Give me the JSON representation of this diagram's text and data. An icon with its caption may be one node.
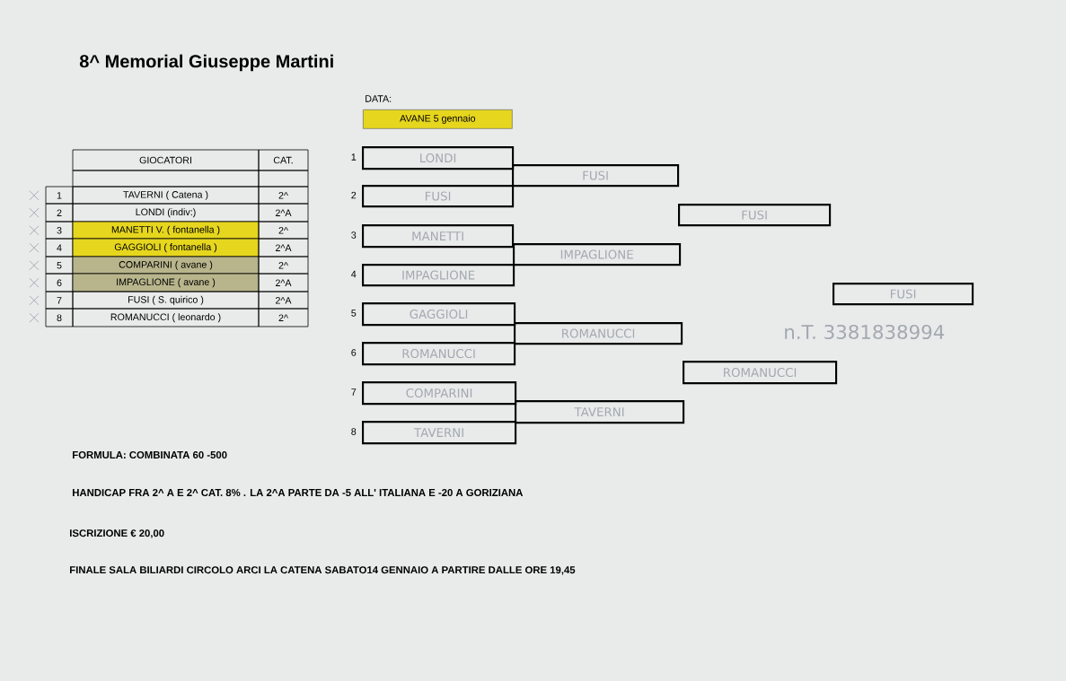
{
  "diagram": {
    "title": "8^ Memorial Giuseppe Martini",
    "nodes": [
      {
        "text": [
          "AVANE 5 gennaio"
        ],
        "beside": [
          "DATA:"
        ]
      },
      {
        "text": [
          "LONDI"
        ],
        "beside": [
          "1"
        ]
      },
      {
        "text": [
          "FUSI"
        ],
        "beside": [
          "2"
        ]
      },
      {
        "text": [
          "MANETTI"
        ],
        "beside": [
          "3"
        ]
      },
      {
        "text": [
          "IMPAGLIONE"
        ],
        "beside": [
          "4"
        ]
      },
      {
        "text": [
          "GAGGIOLI"
        ],
        "beside": [
          "5"
        ]
      },
      {
        "text": [
          "ROMANUCCI"
        ],
        "beside": [
          "6"
        ]
      },
      {
        "text": [
          "COMPARINI"
        ],
        "beside": [
          "7"
        ]
      },
      {
        "text": [
          "TAVERNI"
        ],
        "beside": [
          "8"
        ]
      },
      {
        "text": [
          "FUSI"
        ]
      },
      {
        "text": [
          "IMPAGLIONE"
        ]
      },
      {
        "text": [
          "ROMANUCCI"
        ]
      },
      {
        "text": [
          "TAVERNI"
        ]
      },
      {
        "text": [
          "FUSI"
        ]
      },
      {
        "text": [
          "ROMANUCCI"
        ]
      },
      {
        "text": [
          "FUSI"
        ]
      }
    ],
    "labels": [
      "GIOCATORI",
      "CAT.",
      "1",
      "TAVERNI ( Catena )",
      "2^",
      "2",
      "LONDI (indiv:)",
      "2^A",
      "3",
      "MANETTI V.  ( fontanella )",
      "2^",
      "4",
      "GAGGIOLI   ( fontanella )",
      "2^A",
      "5",
      "COMPARINI  ( avane )",
      "2^",
      "6",
      "IMPAGLIONE  ( avane )",
      "2^A",
      "7",
      "FUSI  ( S. quirico )",
      "2^A",
      "8",
      "ROMANUCCI (  leonardo )",
      "2^",
      "n.T. 3381838994",
      "FORMULA:  COMBINATA 60 -500",
      "HANDICAP FRA 2^ A E 2^ CAT. 8% . LA 2^A PARTE DA -5 ALL' ITALIANA E -20 A GORIZIANA",
      "ISCRIZIONE € 20,00",
      "FINALE SALA BILIARDI CIRCOLO ARCI LA CATENA SABATO14 GENNAIO A PARTIRE DALLE ORE 19,45"
    ]
  }
}
